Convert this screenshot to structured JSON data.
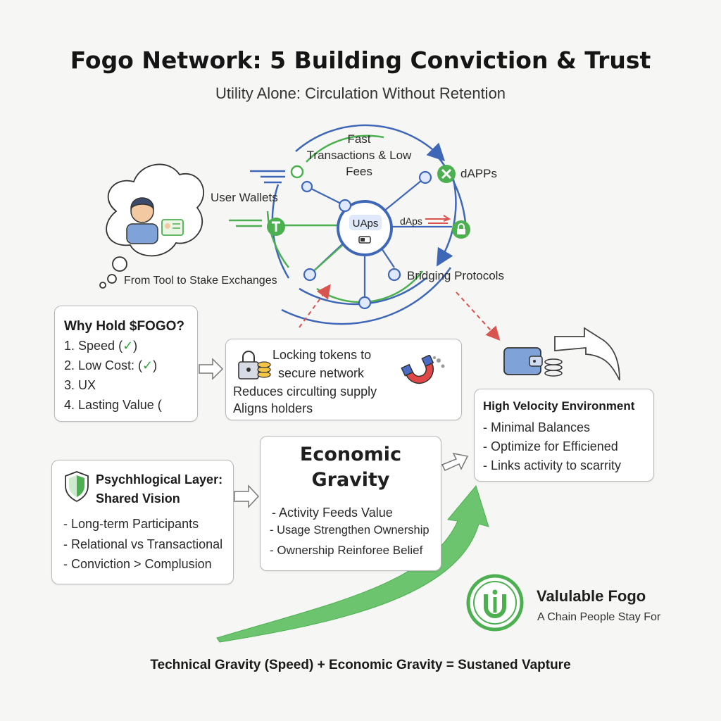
{
  "title": "Fogo Network: 5 Building Conviction & Trust",
  "subtitle": "Utility Alone: Circulation Without Retention",
  "network": {
    "center_label": "UAps",
    "fast_tx": [
      "Fast",
      "Transactions & Low",
      "Fees"
    ],
    "dapps": "dAPPs",
    "user_wallets": "User Wallets",
    "daps_arrow": "dAps",
    "bridging": "Bridging Protocols",
    "stake": "From Tool to Stake Exchanges"
  },
  "why_hold": {
    "title": "Why Hold $FOGO?",
    "items": [
      {
        "text": "1. Speed (",
        "check": "✓",
        "after": ")"
      },
      {
        "text": "2. Low Cost: (",
        "check": "✓",
        "after": ")"
      },
      {
        "text": "3. UX",
        "check": "",
        "after": ""
      },
      {
        "text": "4. Lasting Value (",
        "check": "",
        "after": ""
      }
    ]
  },
  "locking": {
    "lines": [
      "Locking tokens to",
      "secure network",
      "Reduces circulting supply",
      "Aligns holders"
    ]
  },
  "high_velocity": {
    "title": "High Velocity Environment",
    "items": [
      "- Minimal Balances",
      "- Optimize for Efficiened",
      "- Links activity to scarrity"
    ]
  },
  "psych": {
    "title_lines": [
      "Psychhlogical Layer:",
      "Shared Vision"
    ],
    "items": [
      "- Long-term Participants",
      "- Relational vs Transactional",
      "- Conviction > Complusion"
    ]
  },
  "economic": {
    "title_lines": [
      "Economic",
      "Gravity"
    ],
    "items": [
      "- Activity Feeds Value",
      "- Usage Strengthen Ownership",
      "- Ownership Reinforee Belief"
    ]
  },
  "valuable": {
    "title": "Valulable Fogo",
    "subtitle": "A Chain People Stay For"
  },
  "footer": "Technical Gravity (Speed) + Economic Gravity = Sustaned Vapture",
  "colors": {
    "blue": "#3f67b8",
    "green": "#4caf50",
    "red": "#d9534f",
    "box_border": "#b9b9b9"
  }
}
